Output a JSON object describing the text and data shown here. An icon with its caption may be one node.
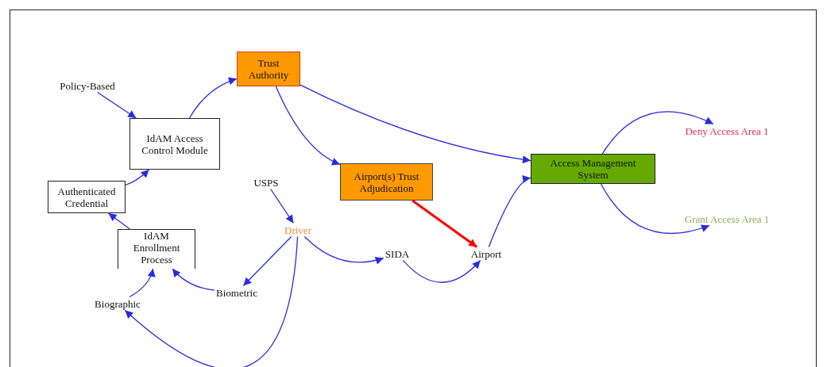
{
  "diagram": {
    "nodes": [
      {
        "text": [
          "Trust Authority"
        ]
      },
      {
        "text": [
          "Policy-Based"
        ]
      },
      {
        "text": [
          "IdAM Access Control Module"
        ]
      },
      {
        "text": [
          "Authenticated Credential"
        ]
      },
      {
        "text": [
          "IdAM Enrollment Process"
        ]
      },
      {
        "text": [
          "USPS"
        ]
      },
      {
        "text": [
          "Driver"
        ]
      },
      {
        "text": [
          "Airport(s) Trust Adjudication"
        ]
      },
      {
        "text": [
          "Access Management System"
        ]
      },
      {
        "text": [
          "Deny Access Area 1"
        ]
      },
      {
        "text": [
          "Grant Access Area 1"
        ]
      },
      {
        "text": [
          "SIDA"
        ]
      },
      {
        "text": [
          "Airport"
        ]
      },
      {
        "text": [
          "Biometric"
        ]
      },
      {
        "text": [
          "Biographic"
        ]
      }
    ],
    "edges": [
      {
        "from": 1,
        "to": 2,
        "arrow": "to"
      },
      {
        "from": 2,
        "to": 0,
        "arrow": "to"
      },
      {
        "from": 3,
        "to": 2,
        "arrow": "to"
      },
      {
        "from": 4,
        "to": 3,
        "arrow": "to"
      },
      {
        "from": 0,
        "to": 7,
        "arrow": "to"
      },
      {
        "from": 0,
        "to": 8,
        "arrow": "to"
      },
      {
        "from": 5,
        "to": 6,
        "arrow": "to"
      },
      {
        "from": 6,
        "to": 13,
        "arrow": "to"
      },
      {
        "from": 6,
        "to": 11,
        "arrow": "to"
      },
      {
        "from": 6,
        "to": 14,
        "arrow": "to"
      },
      {
        "from": 13,
        "to": 4,
        "arrow": "to"
      },
      {
        "from": 14,
        "to": 4,
        "arrow": "to"
      },
      {
        "from": 11,
        "to": 12,
        "arrow": "to"
      },
      {
        "from": 7,
        "to": 12,
        "arrow": "to",
        "style": "thick",
        "color": "#ff0000"
      },
      {
        "from": 12,
        "to": 8,
        "arrow": "to"
      },
      {
        "from": 8,
        "to": 9,
        "arrow": "to"
      },
      {
        "from": 8,
        "to": 10,
        "arrow": "to"
      }
    ]
  }
}
